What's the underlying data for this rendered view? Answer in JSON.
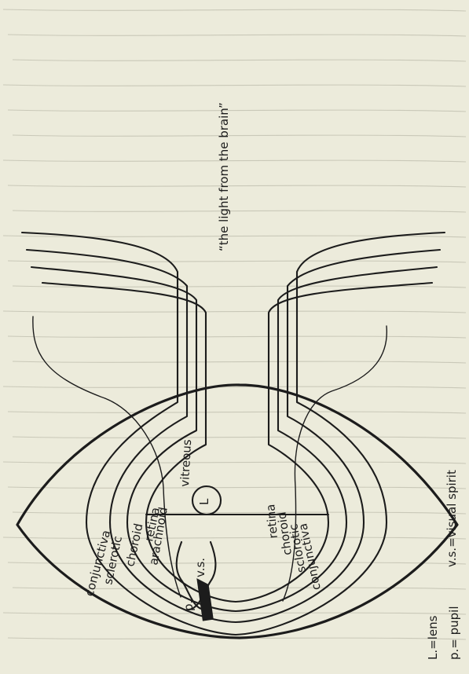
{
  "quote": "“the light from the brain”",
  "layers": {
    "left": [
      "conjunctiva",
      "sclerotic",
      "choroid",
      "retina"
    ],
    "right": [
      "retina",
      "choroid",
      "sclorotic",
      "conjunctiva"
    ]
  },
  "inner": {
    "vitreous": "vitreous",
    "lens": "L",
    "arachnoid": "arachnoid",
    "pupil": "p.",
    "visual_spirit": "v.s."
  },
  "legend": {
    "lens": "L.=lens",
    "pupil": "p.= pupil",
    "visual_spirit": "v.s.=visual spirit"
  },
  "colors": {
    "paper": "#ecebdb",
    "ink": "#1c1c1c",
    "bleed": "#c9c8b8"
  }
}
